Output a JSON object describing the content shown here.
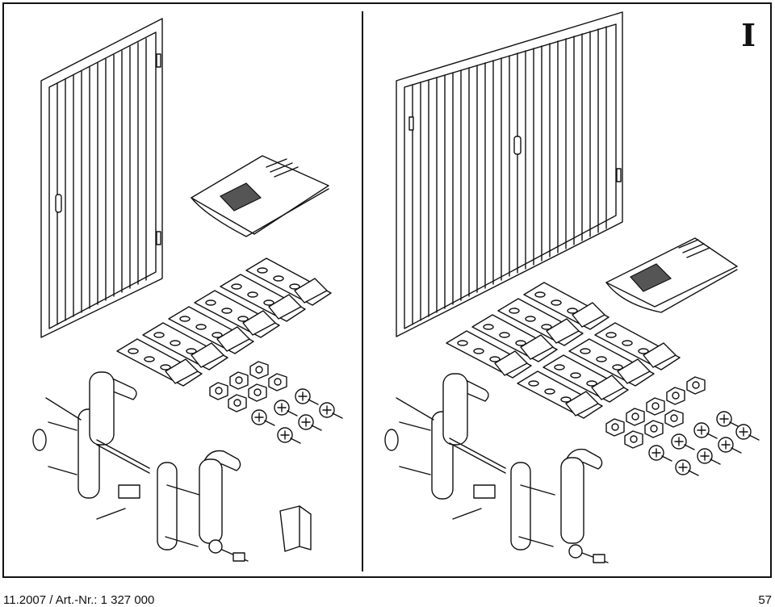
{
  "page": {
    "variant_label": "I",
    "footer_left": "11.2007 / Art.-Nr.: 1 327 000",
    "page_number": "57"
  },
  "icons": {
    "left_panel": [
      "single-door-icon",
      "manual-booklet-icon",
      "mounting-bracket-icon",
      "hex-nut-icon",
      "screw-icon",
      "door-handle-icon",
      "key-icon",
      "corner-cap-icon"
    ],
    "right_panel": [
      "double-door-icon",
      "manual-booklet-icon",
      "mounting-bracket-icon",
      "hex-nut-icon",
      "screw-icon",
      "door-handle-icon",
      "key-icon"
    ]
  }
}
